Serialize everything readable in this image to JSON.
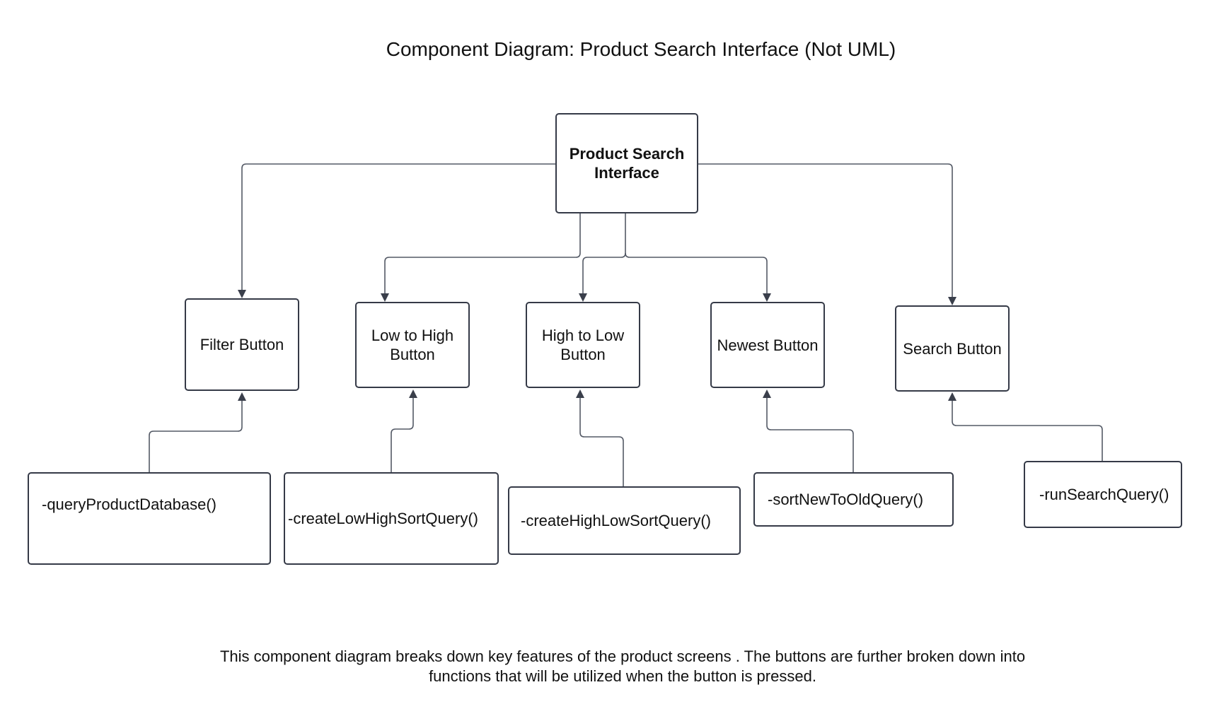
{
  "title": "Component Diagram: Product Search Interface (Not UML)",
  "root": {
    "label": "Product Search Interface"
  },
  "buttons": [
    {
      "id": "filter",
      "label": "Filter Button"
    },
    {
      "id": "low-high",
      "label": "Low to High Button"
    },
    {
      "id": "high-low",
      "label": "High to Low Button"
    },
    {
      "id": "newest",
      "label": "Newest Button"
    },
    {
      "id": "search",
      "label": "Search Button"
    }
  ],
  "functions": [
    {
      "button": "filter",
      "label": "-queryProductDatabase()"
    },
    {
      "button": "low-high",
      "label": "-createLowHighSortQuery()"
    },
    {
      "button": "high-low",
      "label": "-createHighLowSortQuery()"
    },
    {
      "button": "newest",
      "label": "-sortNewToOldQuery()"
    },
    {
      "button": "search",
      "label": "-runSearchQuery()"
    }
  ],
  "caption": "This component diagram breaks down key features of the product screens . The buttons are further broken down into functions that will be utilized when the button is pressed.",
  "colors": {
    "border": "#353a47",
    "connector": "#545a66",
    "text": "#111111",
    "background": "#ffffff"
  }
}
